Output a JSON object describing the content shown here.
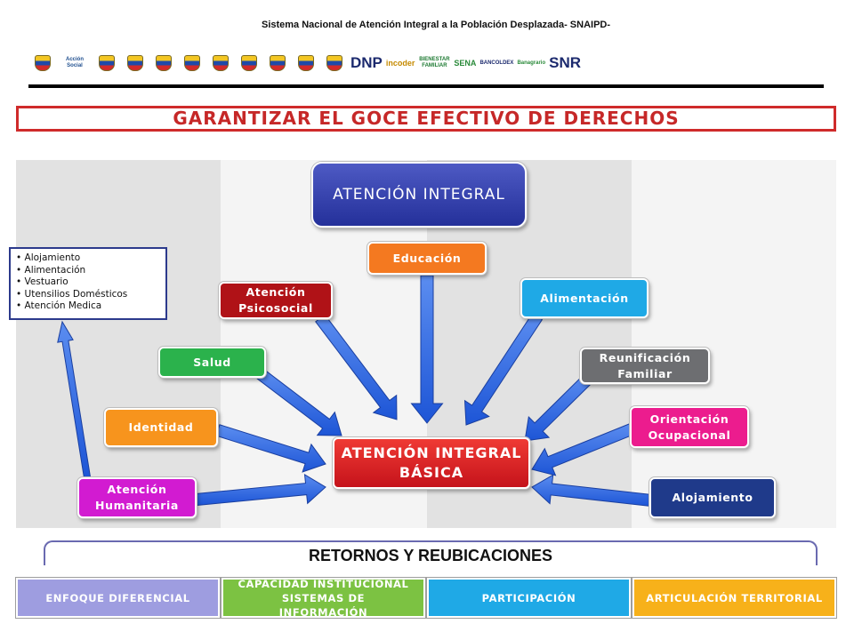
{
  "header": {
    "title": "Sistema Nacional de Atención Integral a la Población Desplazada- SNAIPD-",
    "logos": [
      {
        "type": "crest",
        "caption": "",
        "icon": "colombia-crest-icon"
      },
      {
        "type": "text",
        "caption": "Acción Social",
        "color": "#1f4f8f"
      },
      {
        "type": "crest",
        "caption": "",
        "icon": "colombia-crest-icon"
      },
      {
        "type": "crest",
        "caption": "",
        "icon": "colombia-crest-icon"
      },
      {
        "type": "crest",
        "caption": "",
        "icon": "colombia-crest-icon"
      },
      {
        "type": "crest",
        "caption": "",
        "icon": "colombia-crest-icon"
      },
      {
        "type": "crest",
        "caption": "",
        "icon": "colombia-crest-icon"
      },
      {
        "type": "crest",
        "caption": "",
        "icon": "colombia-crest-icon"
      },
      {
        "type": "crest",
        "caption": "",
        "icon": "colombia-crest-icon"
      },
      {
        "type": "crest",
        "caption": "",
        "icon": "colombia-crest-icon"
      },
      {
        "type": "crest",
        "caption": "",
        "icon": "colombia-crest-icon"
      },
      {
        "type": "text",
        "caption": "DNP",
        "color": "#1c2a6e"
      },
      {
        "type": "text",
        "caption": "incoder",
        "color": "#c58a00"
      },
      {
        "type": "text",
        "caption": "BIENESTAR FAMILIAR",
        "color": "#1d7a32"
      },
      {
        "type": "text",
        "caption": "SENA",
        "color": "#2a8a3a"
      },
      {
        "type": "text",
        "caption": "BANCOLDEX",
        "color": "#1c2a6e"
      },
      {
        "type": "text",
        "caption": "Banagrario",
        "color": "#2a8a3a"
      },
      {
        "type": "text",
        "caption": "SNR",
        "color": "#1c2a6e"
      }
    ]
  },
  "main_title": "GARANTIZAR EL GOCE EFECTIVO DE DERECHOS",
  "top_node": "ATENCIÓN INTEGRAL",
  "center_node": "ATENCIÓN INTEGRAL BÁSICA",
  "nodes": {
    "educacion": {
      "label": "Educación",
      "color": "#f47920"
    },
    "psicosocial": {
      "label": "Atención Psicosocial",
      "color": "#b01217"
    },
    "salud": {
      "label": "Salud",
      "color": "#2bb24c"
    },
    "identidad": {
      "label": "Identidad",
      "color": "#f7941d"
    },
    "humanitaria": {
      "label": "Atención Humanitaria",
      "color": "#d21bd1"
    },
    "alimentacion": {
      "label": "Alimentación",
      "color": "#1fa9e6"
    },
    "reunificacion": {
      "label": "Reunificación Familiar",
      "color": "#6d6e71"
    },
    "orientacion": {
      "label": "Orientación Ocupacional",
      "color": "#ec1c8e"
    },
    "alojamiento": {
      "label": "Alojamiento",
      "color": "#1f3a8a"
    }
  },
  "humanitarian_list": [
    "Alojamiento",
    "Alimentación",
    "Vestuario",
    "Utensilios Domésticos",
    "Atención Medica"
  ],
  "retornos": "RETORNOS Y REUBICACIONES",
  "bottom_bars": [
    {
      "label": "ENFOQUE DIFERENCIAL",
      "color": "#9e9de0"
    },
    {
      "label": "CAPACIDAD INSTITUCIONAL SISTEMAS DE INFORMACIÓN",
      "color": "#7cc242"
    },
    {
      "label": "PARTICIPACIÓN",
      "color": "#1fa9e6"
    },
    {
      "label": "ARTICULACIÓN TERRITORIAL",
      "color": "#f7b11a"
    }
  ],
  "colors": {
    "title_red": "#c62828",
    "arrow_blue": "#2a66e0",
    "stripe_gray": "#e2e2e2"
  }
}
